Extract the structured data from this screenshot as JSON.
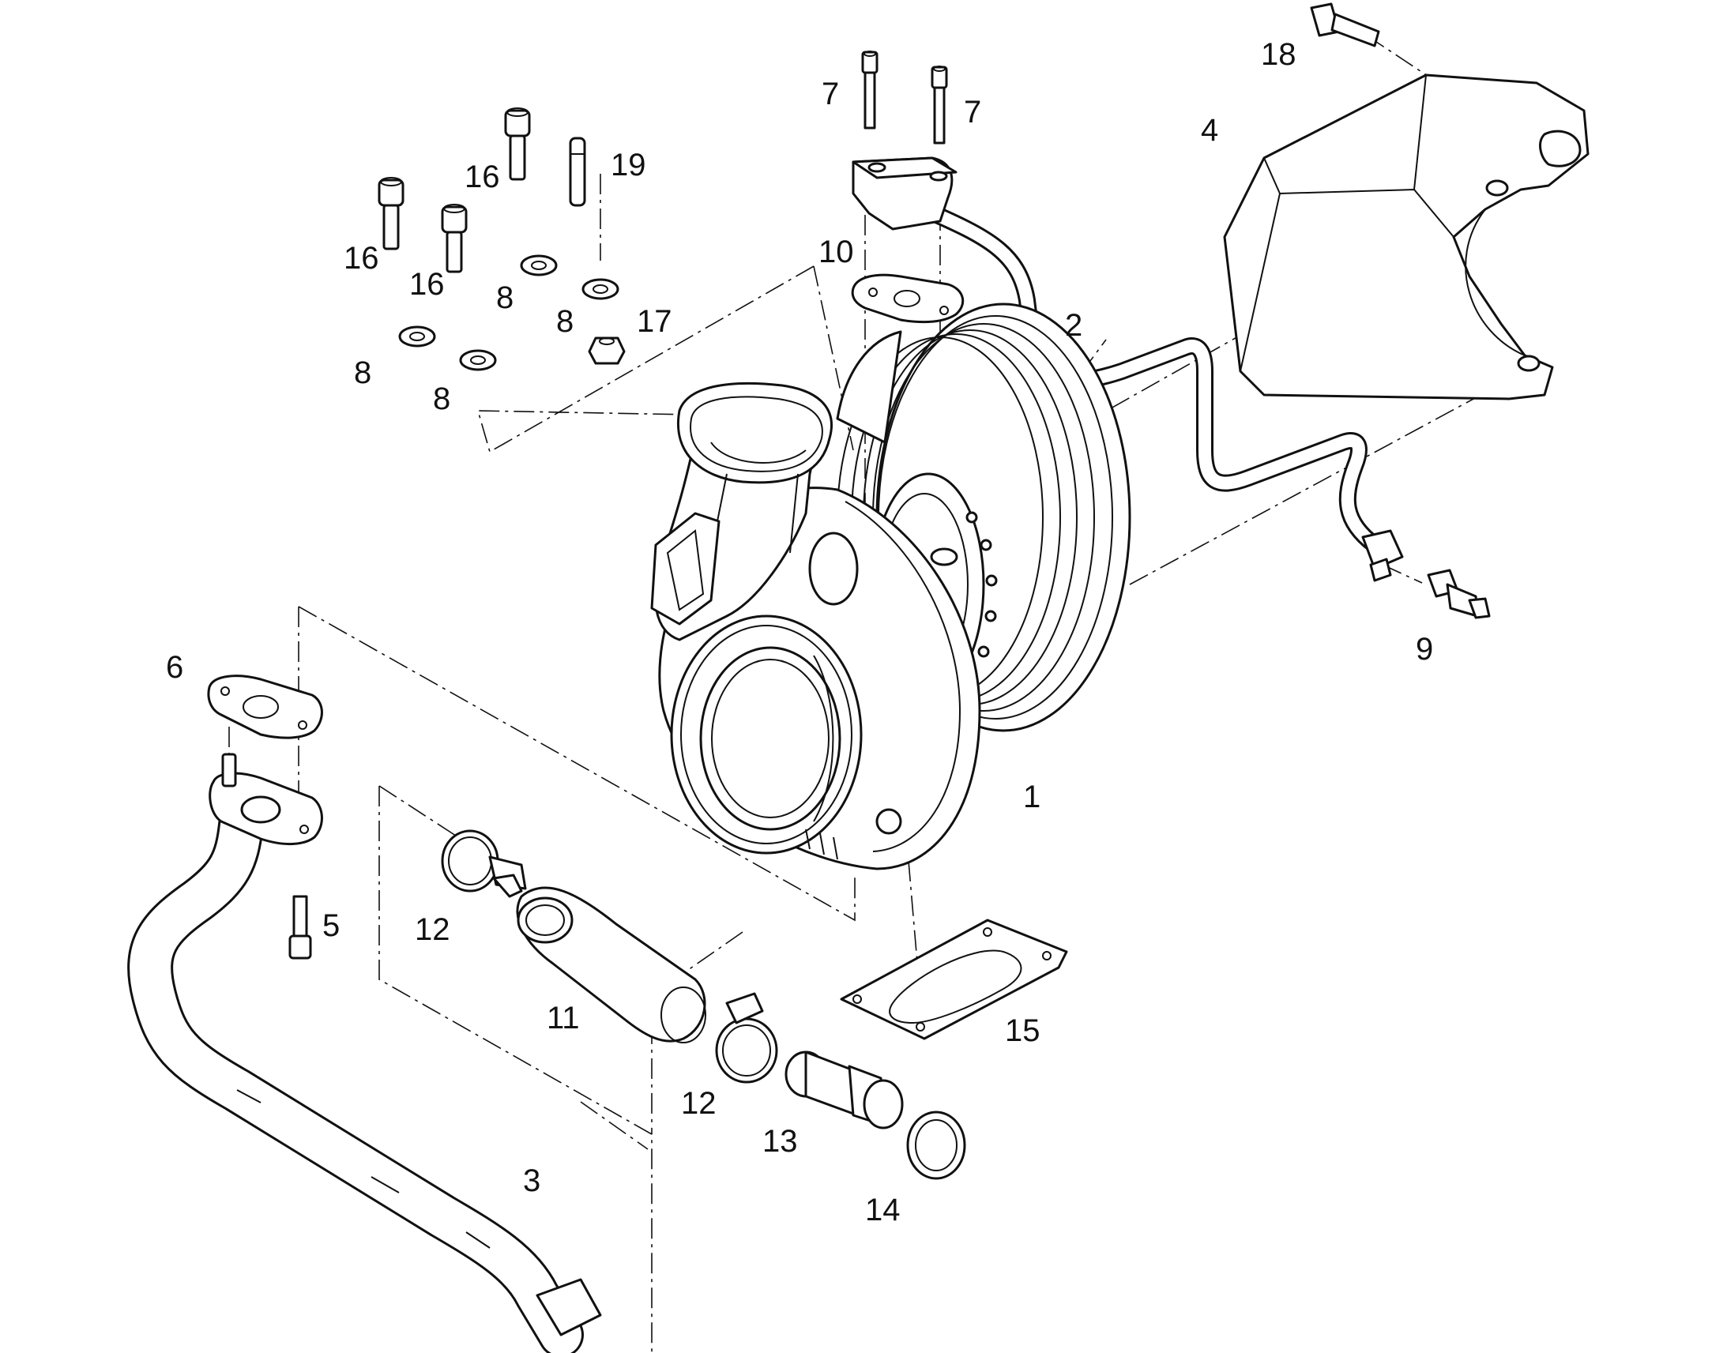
{
  "diagram": {
    "colors": {
      "line": "#111111",
      "background": "#ffffff"
    },
    "callouts": [
      {
        "id": "c1",
        "label": "1"
      },
      {
        "id": "c2",
        "label": "2"
      },
      {
        "id": "c3",
        "label": "3"
      },
      {
        "id": "c4",
        "label": "4"
      },
      {
        "id": "c5",
        "label": "5"
      },
      {
        "id": "c6",
        "label": "6"
      },
      {
        "id": "c7a",
        "label": "7"
      },
      {
        "id": "c7b",
        "label": "7"
      },
      {
        "id": "c8a",
        "label": "8"
      },
      {
        "id": "c8b",
        "label": "8"
      },
      {
        "id": "c8c",
        "label": "8"
      },
      {
        "id": "c8d",
        "label": "8"
      },
      {
        "id": "c9",
        "label": "9"
      },
      {
        "id": "c10",
        "label": "10"
      },
      {
        "id": "c11",
        "label": "11"
      },
      {
        "id": "c12a",
        "label": "12"
      },
      {
        "id": "c12b",
        "label": "12"
      },
      {
        "id": "c13",
        "label": "13"
      },
      {
        "id": "c14",
        "label": "14"
      },
      {
        "id": "c15",
        "label": "15"
      },
      {
        "id": "c16a",
        "label": "16"
      },
      {
        "id": "c16b",
        "label": "16"
      },
      {
        "id": "c16c",
        "label": "16"
      },
      {
        "id": "c17",
        "label": "17"
      },
      {
        "id": "c18",
        "label": "18"
      },
      {
        "id": "c19",
        "label": "19"
      }
    ]
  }
}
